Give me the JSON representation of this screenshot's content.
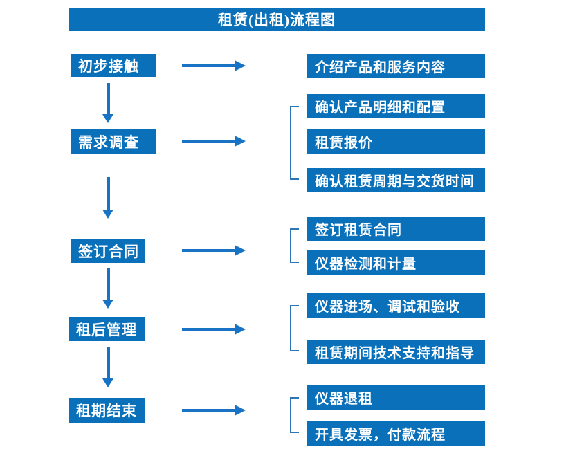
{
  "title": "租赁(出租)流程图",
  "colors": {
    "box_blue": "#0a70ba",
    "arrow_blue": "#1873c4",
    "bracket_blue": "#2e75b6",
    "text_white": "#ffffff"
  },
  "rows": [
    {
      "step": "初步接触",
      "items": [
        "介绍产品和服务内容"
      ]
    },
    {
      "step": "需求调查",
      "items": [
        "确认产品明细和配置",
        "租赁报价",
        "确认租赁周期与交货时间"
      ]
    },
    {
      "step": "签订合同",
      "items": [
        "签订租赁合同",
        "仪器检测和计量"
      ]
    },
    {
      "step": "租后管理",
      "items": [
        "仪器进场、调试和验收",
        "租赁期间技术支持和指导"
      ]
    },
    {
      "step": "租期结束",
      "items": [
        "仪器退租",
        "开具发票，付款流程"
      ]
    }
  ]
}
